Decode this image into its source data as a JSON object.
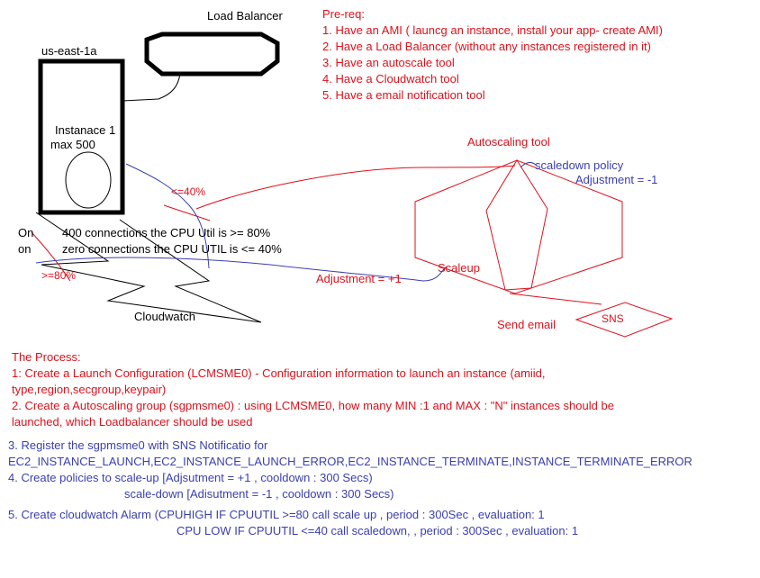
{
  "diagram": {
    "load_balancer_label": "Load Balancer",
    "az_label": "us-east-1a",
    "instance_label": "Instanace 1",
    "instance_max": "max 500",
    "on_label_1": "On",
    "on_label_2": "on",
    "connections_high": "400 connections  the CPU Util is >= 80%",
    "connections_low": "zero connections  the CPU UTIL is  <= 40%",
    "threshold_low": "<=40%",
    "threshold_high": ">=80%",
    "cloudwatch_label": "Cloudwatch",
    "adjustment_up": "Adjustment =  +1",
    "scaleup_label": "Scaleup",
    "autoscaling_label": "Autoscaling tool",
    "scaledown_label": "scaledown policy",
    "adjustment_down": "Adjustment = -1",
    "send_email_label": "Send email",
    "sns_label": "SNS"
  },
  "prereq": {
    "title": "Pre-req:",
    "items": [
      "1. Have an AMI ( launcg an instance, install your app- create AMI)",
      "2. Have a Load Balancer (without any instances registered in it)",
      "3. Have an autoscale tool",
      "4. Have a Cloudwatch tool",
      "5. Have a email notification tool"
    ]
  },
  "process": {
    "title": "The Process:",
    "red_lines": [
      "1: Create a Launch Configuration (LCMSME0) - Configuration information to launch an instance (amiid,",
      "type,region,secgroup,keypair)",
      "2. Create a Autoscaling group (sgpmsme0) : using LCMSME0, how many MIN  :1  and  MAX : \"N\"     instances should be",
      "launched, which Loadbalancer should be used"
    ],
    "blue_lines": [
      "3. Register the sgpmsme0 with SNS Notificatio for",
      "EC2_INSTANCE_LAUNCH,EC2_INSTANCE_LAUNCH_ERROR,EC2_INSTANCE_TERMINATE,INSTANCE_TERMINATE_ERROR",
      "4. Create policies to scale-up  [Adjsutment = +1  , cooldown : 300 Secs)",
      "scale-down  [Adisutment = -1  , cooldown : 300 Secs)",
      "5. Create  cloudwatch Alarm   (CPUHIGH    IF CPUUTIL >=80   call scale up       , period : 300Sec , evaluation: 1",
      "CPU LOW    IF CPUUTIL <=40  call scaledown, , period : 300Sec , evaluation: 1"
    ]
  },
  "colors": {
    "black": "#000000",
    "red": "#e0101a",
    "blue": "#3a3fb0"
  }
}
